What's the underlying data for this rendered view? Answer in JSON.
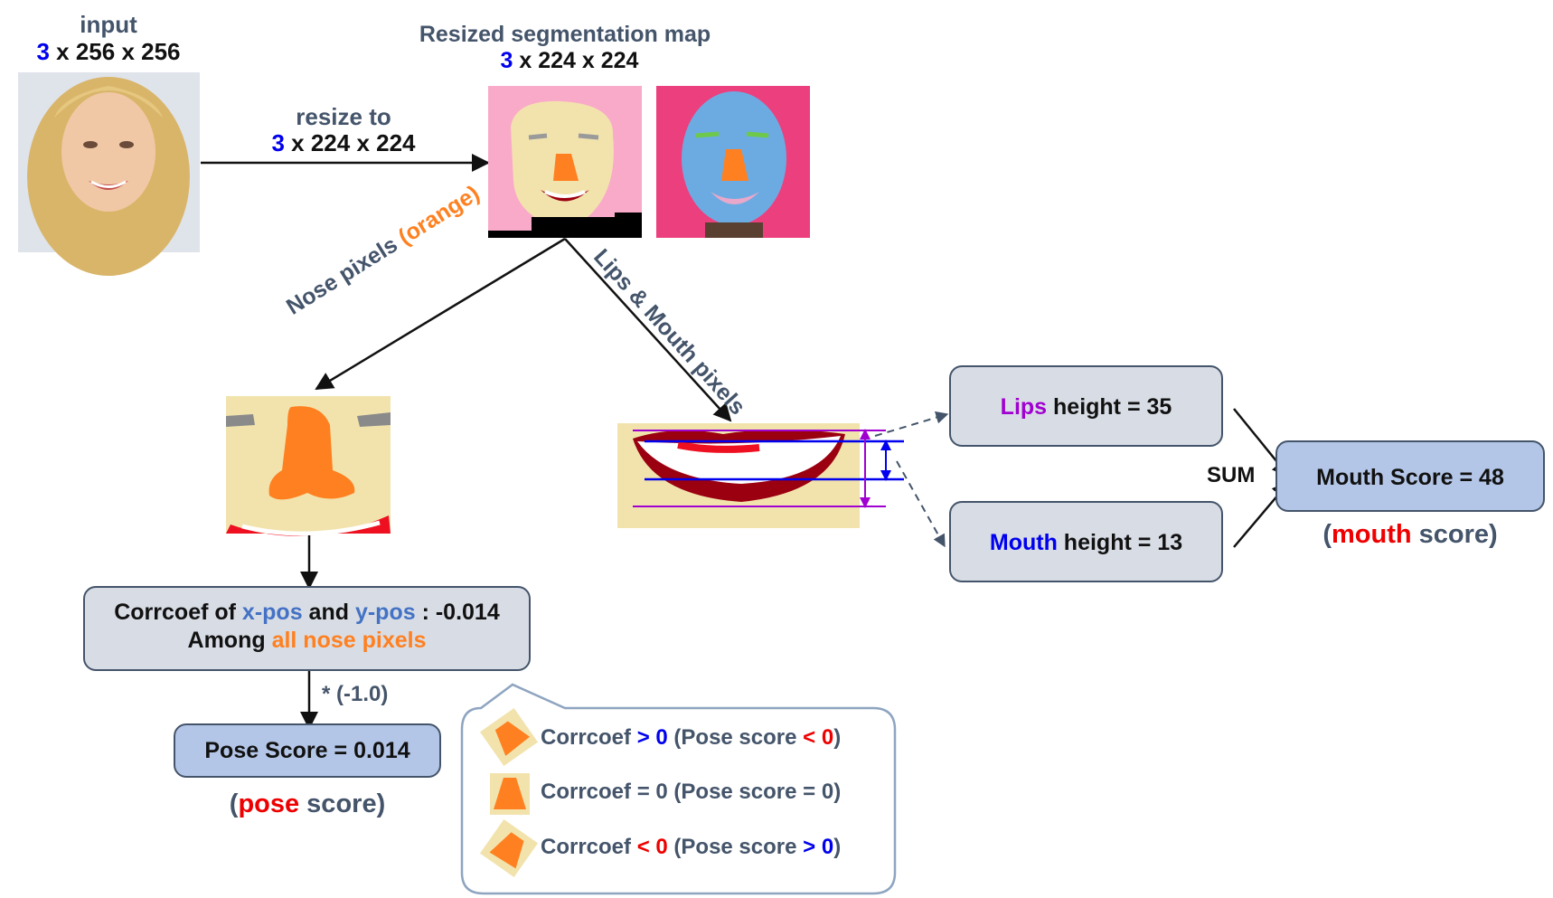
{
  "input": {
    "label": "input",
    "dims": {
      "ch": "3",
      "rest": " x 256 x 256"
    }
  },
  "resize": {
    "label": "resize to",
    "dims": {
      "ch": "3",
      "rest": " x 224 x 224"
    }
  },
  "segmap": {
    "title": "Resized segmentation map",
    "dims": {
      "ch": "3",
      "rest": " x 224 x 224"
    }
  },
  "branches": {
    "nose": {
      "text": "Nose pixels ",
      "highlight": "(orange)"
    },
    "mouth": {
      "text": "Lips & Mouth pixels"
    }
  },
  "corr_box": {
    "line1_a": "Corrcoef of ",
    "line1_x": "x-pos",
    "line1_b": " and ",
    "line1_y": "y-pos",
    "line1_c": " : -0.014",
    "line2_a": "Among ",
    "line2_b": "all nose pixels"
  },
  "multiplier": "* (-1.0)",
  "pose_box": {
    "label": "Pose Score",
    "eq": " = ",
    "value": "0.014"
  },
  "pose_caption": {
    "open": "(",
    "word": "pose",
    "rest": " score)"
  },
  "lips_box": {
    "word": "Lips",
    "rest": " height",
    "eq": " = ",
    "value": "35"
  },
  "mouth_box": {
    "word": "Mouth",
    "rest": " height",
    "eq": " = ",
    "value": "13"
  },
  "sum_label": "SUM",
  "mouth_score_box": {
    "label": "Mouth Score",
    "eq": " = ",
    "value": "48"
  },
  "mouth_caption": {
    "open": "(",
    "word": "mouth",
    "rest": " score)"
  },
  "legend": [
    {
      "a": "Corrcoef ",
      "op1": ">",
      "zero1": "0",
      "b": " (Pose score ",
      "op2": "<",
      "zero2": "0",
      "c": ")"
    },
    {
      "a": "Corrcoef ",
      "op1": "=",
      "zero1": "0",
      "b": " (Pose score ",
      "op2": "=",
      "zero2": "0",
      "c": ")"
    },
    {
      "a": "Corrcoef ",
      "op1": "<",
      "zero1": "0",
      "b": " (Pose score ",
      "op2": ">",
      "zero2": "0",
      "c": ")"
    }
  ],
  "colors": {
    "accent_blue": "#0000ee",
    "accent_red": "#ee0000",
    "nose_orange": "#ff8020",
    "lips_purple": "#a000d0",
    "box_gray": "#d8dde5",
    "box_blue": "#b4c6e7",
    "outline": "#44546a"
  }
}
